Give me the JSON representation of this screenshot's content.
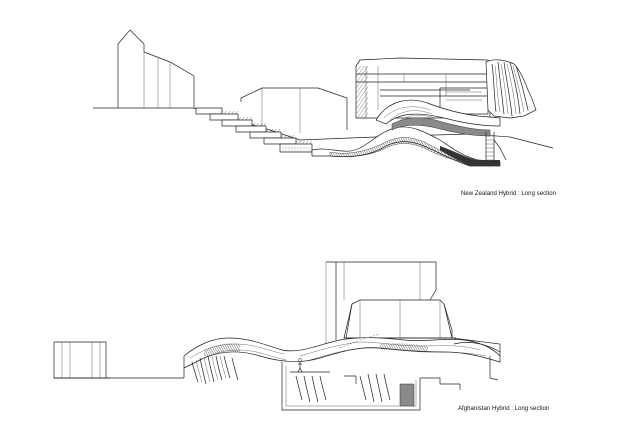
{
  "drawings": [
    {
      "id": "nz",
      "caption": "New Zealand Hybrid : Long section"
    },
    {
      "id": "af",
      "caption": "Afghanistan Hybrid : Long section"
    }
  ]
}
